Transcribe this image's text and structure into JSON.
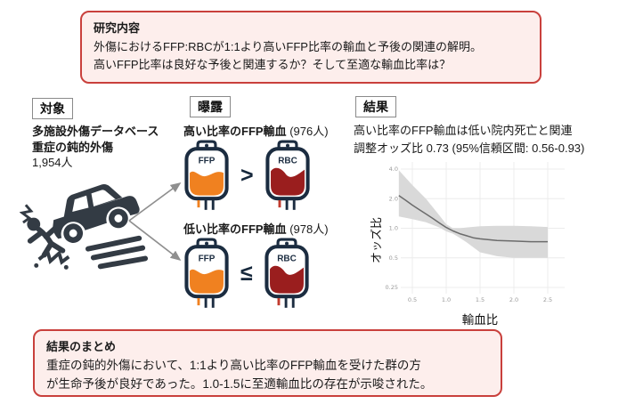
{
  "colors": {
    "accent_red": "#c9403c",
    "box_fill": "#fdeeec",
    "ffp_orange": "#f08120",
    "rbc_dark_red": "#9a1e1e",
    "rbc_tube_red": "#c23b2e",
    "bag_outline": "#1b2c40",
    "pictogram_gray": "#333b44",
    "arrow_gray": "#8f8f8f",
    "ci_band": "#d9d9d9",
    "spline_line": "#6b6b6b"
  },
  "research_box": {
    "title": "研究内容",
    "lines": [
      "外傷におけるFFP:RBCが1:1より高いFFP比率の輸血と予後の関連の解明。",
      "高いFFP比率は良好な予後と関連するか？そして至適な輸血比率は？"
    ]
  },
  "subjects": {
    "label": "対象",
    "line1": "多施設外傷データベース",
    "line2": "重症の鈍的外傷",
    "count": "1,954人",
    "icon": "car-pedestrian-crash-icon"
  },
  "exposure": {
    "label": "曝露",
    "high": {
      "title": "高い比率のFFP輸血",
      "count": "(976人)",
      "left_bag": "FFP",
      "right_bag": "RBC",
      "operator": ">"
    },
    "low": {
      "title": "低い比率のFFP輸血",
      "count": "(978人)",
      "left_bag": "FFP",
      "right_bag": "RBC",
      "operator": "≤"
    }
  },
  "results": {
    "label": "結果",
    "lines": [
      "高い比率のFFP輸血は低い院内死亡と関連",
      "調整オッズ比 0.73 (95%信頼区間: 0.56-0.93)"
    ]
  },
  "chart_data": {
    "type": "line",
    "title": "",
    "xlabel": "輸血比",
    "ylabel": "オッズ比",
    "y_scale": "log",
    "grid": true,
    "legend": "none",
    "xlim": [
      0.28,
      2.62
    ],
    "ylim": [
      0.22,
      4.3
    ],
    "x_ticks": [
      {
        "v": 0.5,
        "label": "0.5"
      },
      {
        "v": 1.0,
        "label": "1.0"
      },
      {
        "v": 1.5,
        "label": "1.5"
      },
      {
        "v": 2.0,
        "label": "2.0"
      },
      {
        "v": 2.5,
        "label": "2.5"
      }
    ],
    "y_ticks": [
      {
        "v": 4.0,
        "label": "4.0"
      },
      {
        "v": 2.0,
        "label": "2.0"
      },
      {
        "v": 1.0,
        "label": "1.0"
      },
      {
        "v": 0.5,
        "label": "0.5"
      },
      {
        "v": 0.25,
        "label": "0.25"
      }
    ],
    "series": [
      {
        "name": "調整オッズ比スプライン曲線",
        "x": [
          0.3,
          0.4,
          0.5,
          0.6,
          0.7,
          0.8,
          0.9,
          1.0,
          1.1,
          1.2,
          1.3,
          1.4,
          1.5,
          1.75,
          2.0,
          2.25,
          2.5
        ],
        "y": [
          2.15,
          1.93,
          1.72,
          1.55,
          1.4,
          1.26,
          1.13,
          1.02,
          0.94,
          0.88,
          0.84,
          0.8,
          0.78,
          0.75,
          0.74,
          0.73,
          0.73
        ]
      }
    ],
    "band": {
      "name": "95%信頼区間",
      "x": [
        0.3,
        0.5,
        0.7,
        0.9,
        1.0,
        1.1,
        1.2,
        1.3,
        1.5,
        1.75,
        2.0,
        2.25,
        2.5
      ],
      "upper": [
        3.9,
        2.75,
        2.0,
        1.35,
        1.1,
        1.0,
        1.0,
        1.02,
        1.05,
        1.06,
        1.06,
        1.05,
        1.03
      ],
      "lower": [
        1.32,
        1.24,
        1.15,
        1.02,
        0.93,
        0.88,
        0.8,
        0.72,
        0.57,
        0.52,
        0.5,
        0.5,
        0.5
      ]
    }
  },
  "summary_box": {
    "title": "結果のまとめ",
    "lines": [
      "重症の鈍的外傷において、1:1より高い比率のFFP輸血を受けた群の方",
      "が生命予後が良好であった。1.0-1.5に至適輸血比の存在が示唆された。"
    ]
  }
}
